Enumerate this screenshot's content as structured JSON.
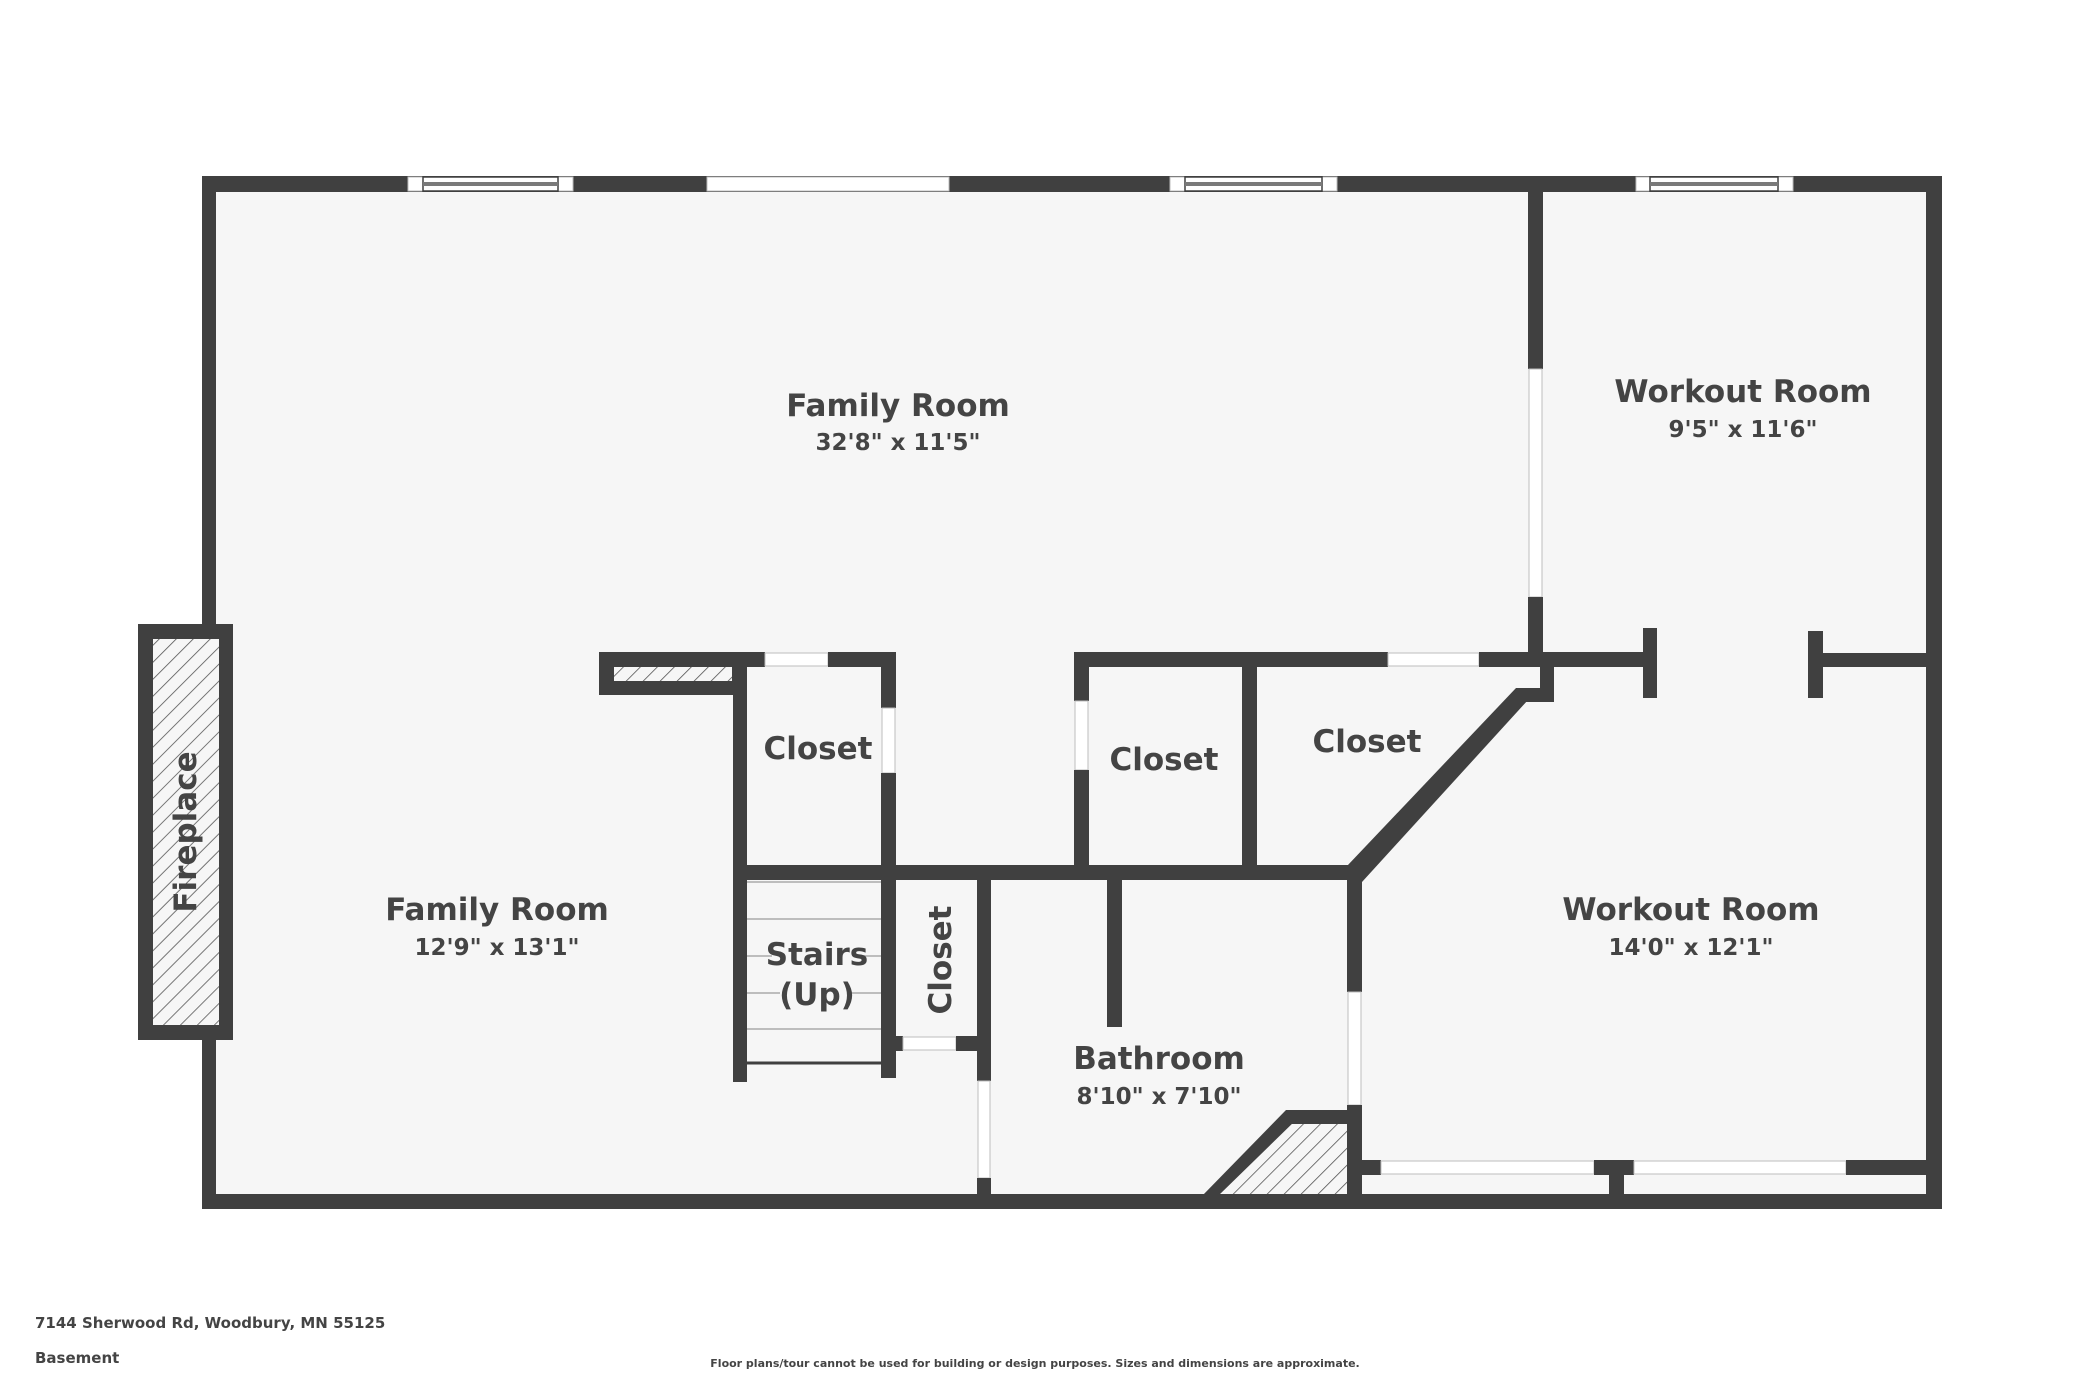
{
  "plan": {
    "floor_name": "Basement",
    "address": "7144 Sherwood Rd, Woodbury, MN 55125",
    "disclaimer": "Floor plans/tour cannot be used for building or design purposes. Sizes and dimensions are approximate.",
    "colors": {
      "wall": "#404040",
      "floor": "#f6f6f6",
      "text": "#444444",
      "opening": "#ffffff"
    },
    "rooms": [
      {
        "id": "family-room-upper",
        "title": "Family Room",
        "dimensions": "32'8\" x 11'5\""
      },
      {
        "id": "workout-room-upper",
        "title": "Workout Room",
        "dimensions": "9'5\" x 11'6\""
      },
      {
        "id": "family-room-lower",
        "title": "Family Room",
        "dimensions": "12'9\" x 13'1\""
      },
      {
        "id": "workout-room-lower",
        "title": "Workout Room",
        "dimensions": "14'0\" x 12'1\""
      },
      {
        "id": "bathroom",
        "title": "Bathroom",
        "dimensions": "8'10\" x 7'10\""
      },
      {
        "id": "closet-1",
        "title": "Closet"
      },
      {
        "id": "closet-2",
        "title": "Closet"
      },
      {
        "id": "closet-3",
        "title": "Closet"
      },
      {
        "id": "closet-4",
        "title": "Closet"
      },
      {
        "id": "stairs",
        "title": "Stairs",
        "subtitle": "(Up)"
      },
      {
        "id": "fireplace",
        "title": "Fireplace"
      }
    ]
  }
}
